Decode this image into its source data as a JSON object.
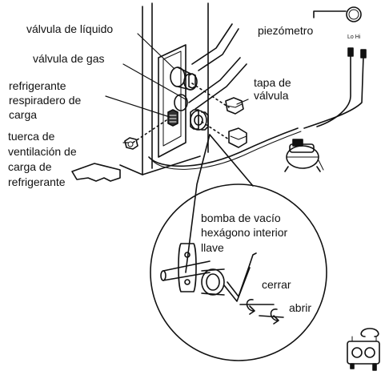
{
  "labels": {
    "liquid_valve": "válvula de líquido",
    "gas_valve": "válvula de gas",
    "refrigerant_vent": [
      "refrigerante",
      "respiradero de",
      "carga"
    ],
    "vent_nut": [
      "tuerca de",
      "ventilación de",
      "carga de",
      "refrigerante"
    ],
    "piezometer": "piezómetro",
    "gauge_ports": "Lo Hi",
    "valve_cap": [
      "tapa de",
      "válvula"
    ],
    "vacuum_pump": "bomba de vacío",
    "hex_key": [
      "hexágono interior",
      "llave"
    ],
    "close": "cerrar",
    "open": "abrir"
  },
  "colors": {
    "line": "#111111",
    "background": "#ffffff"
  }
}
